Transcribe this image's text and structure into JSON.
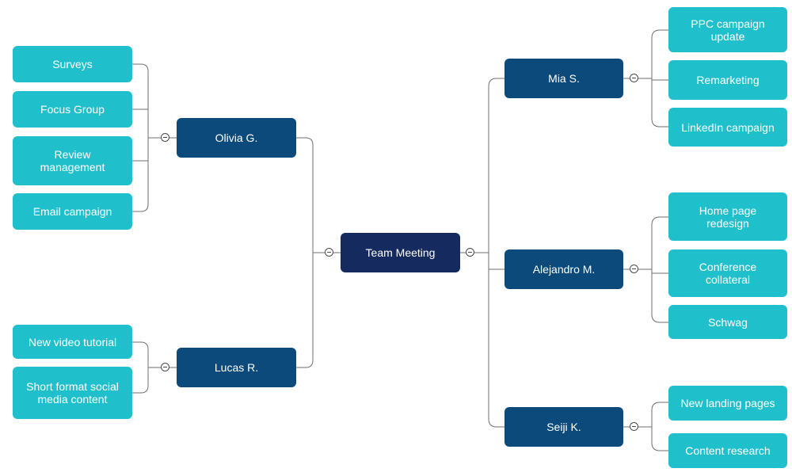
{
  "root": {
    "label": "Team Meeting"
  },
  "branches": [
    {
      "label": "Olivia G.",
      "children": [
        "Surveys",
        "Focus Group",
        "Review management",
        "Email campaign"
      ]
    },
    {
      "label": "Lucas R.",
      "children": [
        "New video tutorial",
        "Short format social media content"
      ]
    },
    {
      "label": "Mia S.",
      "children": [
        "PPC campaign update",
        "Remarketing",
        "LinkedIn campaign"
      ]
    },
    {
      "label": "Alejandro M.",
      "children": [
        "Home page redesign",
        "Conference collateral",
        "Schwag"
      ]
    },
    {
      "label": "Seiji K.",
      "children": [
        "New landing pages",
        "Content research"
      ]
    }
  ],
  "colors": {
    "root": "#152a5e",
    "branch": "#0b4a7a",
    "leaf": "#20bfcc",
    "connector": "#6f6f6f"
  },
  "icons": {
    "collapse": "minus-circle-icon"
  }
}
